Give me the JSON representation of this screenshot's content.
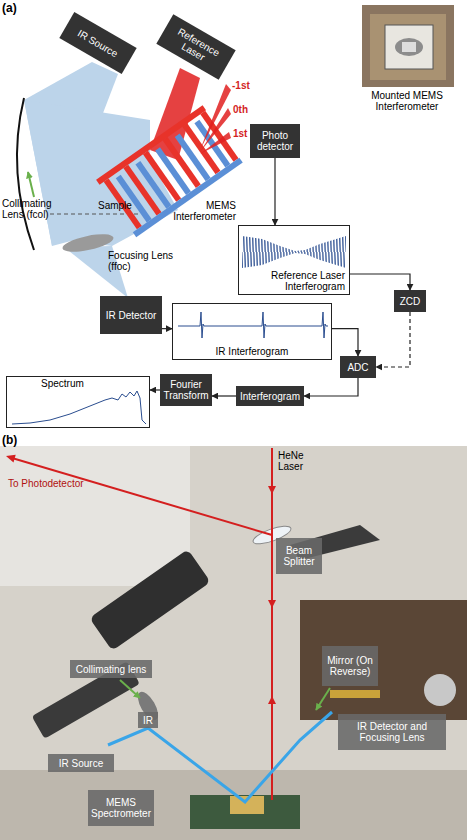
{
  "diagram": {
    "nodes": [
      {
        "text": [
          "IR Source"
        ]
      },
      {
        "text": [
          "Reference Laser"
        ]
      },
      {
        "text": [
          "Photo detector"
        ]
      },
      {
        "text": [
          "Reference Laser Interferogram"
        ]
      },
      {
        "text": [
          "ZCD"
        ]
      },
      {
        "text": [
          "IR Detector"
        ]
      },
      {
        "text": [
          "IR Interferogram"
        ]
      },
      {
        "text": [
          "ADC"
        ]
      },
      {
        "text": [
          "Spectrum"
        ]
      },
      {
        "text": [
          "Fourier Transform"
        ]
      },
      {
        "text": [
          "Interferogram"
        ]
      },
      {
        "text": [
          "Beam Splitter"
        ]
      },
      {
        "text": [
          "Mirror (On Reverse)"
        ]
      },
      {
        "text": [
          "Collimating lens"
        ]
      },
      {
        "text": [
          "IR"
        ]
      },
      {
        "text": [
          "IR Detector and Focusing Lens"
        ]
      },
      {
        "text": [
          "IR Source"
        ]
      },
      {
        "text": [
          "MEMS Spectrometer"
        ]
      }
    ],
    "edges": [
      {
        "from": 2,
        "to": 3,
        "arrow": "to"
      },
      {
        "from": 3,
        "to": 4,
        "arrow": "to"
      },
      {
        "from": 4,
        "to": 7,
        "arrow": "to"
      },
      {
        "from": 5,
        "to": 6,
        "arrow": "to"
      },
      {
        "from": 6,
        "to": 7,
        "arrow": "to"
      },
      {
        "from": 7,
        "to": 10,
        "arrow": "to"
      },
      {
        "from": 10,
        "to": 9,
        "arrow": "to"
      },
      {
        "from": 9,
        "to": 8,
        "arrow": "to"
      }
    ],
    "labels": [
      "(a)",
      "-1st",
      "0th",
      "1st",
      "Mounted MEMS Interferometer",
      "MEMS Interferometer",
      "Collimating Lens (fcol)",
      "Sample",
      "Focusing Lens (ffoc)",
      "(b)",
      "HeNe Laser",
      "To Photodetector"
    ]
  }
}
